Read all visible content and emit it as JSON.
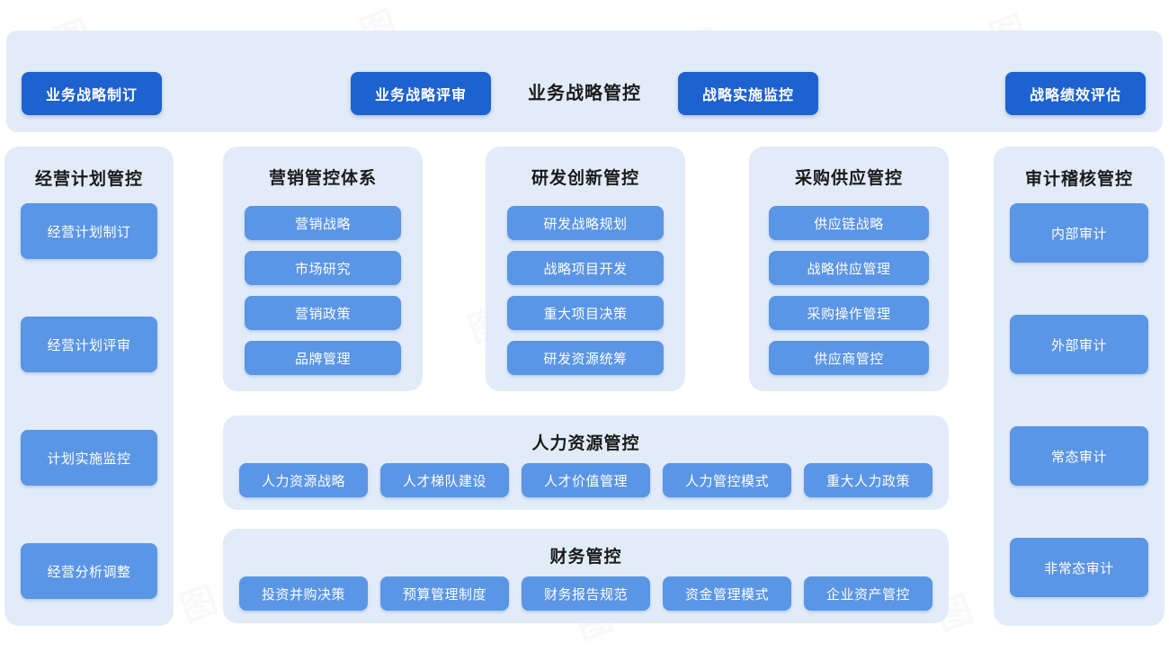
{
  "colors": {
    "page_background": "#ffffff",
    "panel_background": "#e2ecf8",
    "button_primary": "#1e62cf",
    "button_secondary": "#5b95e5",
    "title_text": "#1a1a1a",
    "button_text": "#ffffff"
  },
  "top_banner": {
    "title": "业务战略管控",
    "buttons": [
      "业务战略制订",
      "业务战略评审",
      "战略实施监控",
      "战略绩效评估"
    ]
  },
  "left_column": {
    "title": "经营计划管控",
    "items": [
      "经营计划制订",
      "经营计划评审",
      "计划实施监控",
      "经营分析调整"
    ]
  },
  "right_column": {
    "title": "审计稽核管控",
    "items": [
      "内部审计",
      "外部审计",
      "常态审计",
      "非常态审计"
    ]
  },
  "mid_cards": [
    {
      "title": "营销管控体系",
      "items": [
        "营销战略",
        "市场研究",
        "营销政策",
        "品牌管理"
      ]
    },
    {
      "title": "研发创新管控",
      "items": [
        "研发战略规划",
        "战略项目开发",
        "重大项目决策",
        "研发资源统筹"
      ]
    },
    {
      "title": "采购供应管控",
      "items": [
        "供应链战略",
        "战略供应管理",
        "采购操作管理",
        "供应商管控"
      ]
    }
  ],
  "wide_panels": [
    {
      "title": "人力资源管控",
      "items": [
        "人力资源战略",
        "人才梯队建设",
        "人才价值管理",
        "人力管控模式",
        "重大人力政策"
      ]
    },
    {
      "title": "财务管控",
      "items": [
        "投资并购决策",
        "预算管理制度",
        "财务报告规范",
        "资金管理模式",
        "企业资产管控"
      ]
    }
  ],
  "watermark": {
    "text": "图"
  }
}
